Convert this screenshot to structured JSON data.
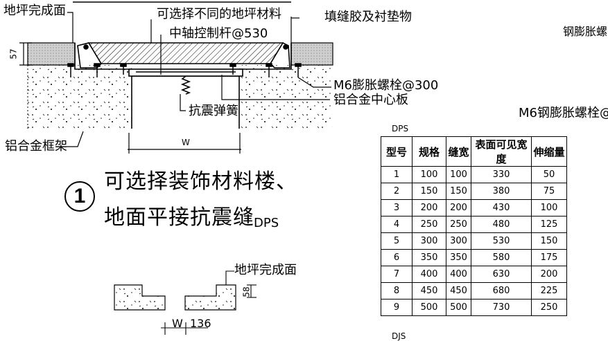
{
  "labels": {
    "floor_finish": "地坪完成面",
    "optional_material": "可选择不同的地坪材料",
    "filler": "填缝胶及衬垫物",
    "center_rod": "中轴控制杆@530",
    "expansion_bolt": "M6膨胀螺栓@300",
    "center_plate": "铝合金中心板",
    "spring": "抗震弹簧",
    "frame": "铝合金框架",
    "dim_57": "57",
    "dim_w": "W",
    "steel_bolt_partial": "钢膨胀螺",
    "steel_bolt_partial2": "M6钢膨胀螺栓@",
    "title_line1": "可选择装饰材料楼、",
    "title_line2": "地面平接抗震缝",
    "title_code": "DPS",
    "detail_number": "1",
    "lower_floor_finish": "地坪完成面",
    "dim_58": "58",
    "dim_w2": "W",
    "dim_136": "136",
    "table_caption": "DPS",
    "bottom_partial": "DJS"
  },
  "table": {
    "headers": [
      "型号",
      "规格",
      "缝宽",
      "表面可见宽度",
      "伸缩量"
    ],
    "rows": [
      [
        "1",
        "100",
        "100",
        "330",
        "50"
      ],
      [
        "2",
        "150",
        "150",
        "380",
        "75"
      ],
      [
        "3",
        "200",
        "200",
        "430",
        "100"
      ],
      [
        "4",
        "250",
        "250",
        "480",
        "125"
      ],
      [
        "5",
        "300",
        "300",
        "530",
        "150"
      ],
      [
        "6",
        "350",
        "350",
        "580",
        "175"
      ],
      [
        "7",
        "400",
        "400",
        "630",
        "200"
      ],
      [
        "8",
        "450",
        "450",
        "680",
        "225"
      ],
      [
        "9",
        "500",
        "500",
        "730",
        "250"
      ]
    ]
  }
}
